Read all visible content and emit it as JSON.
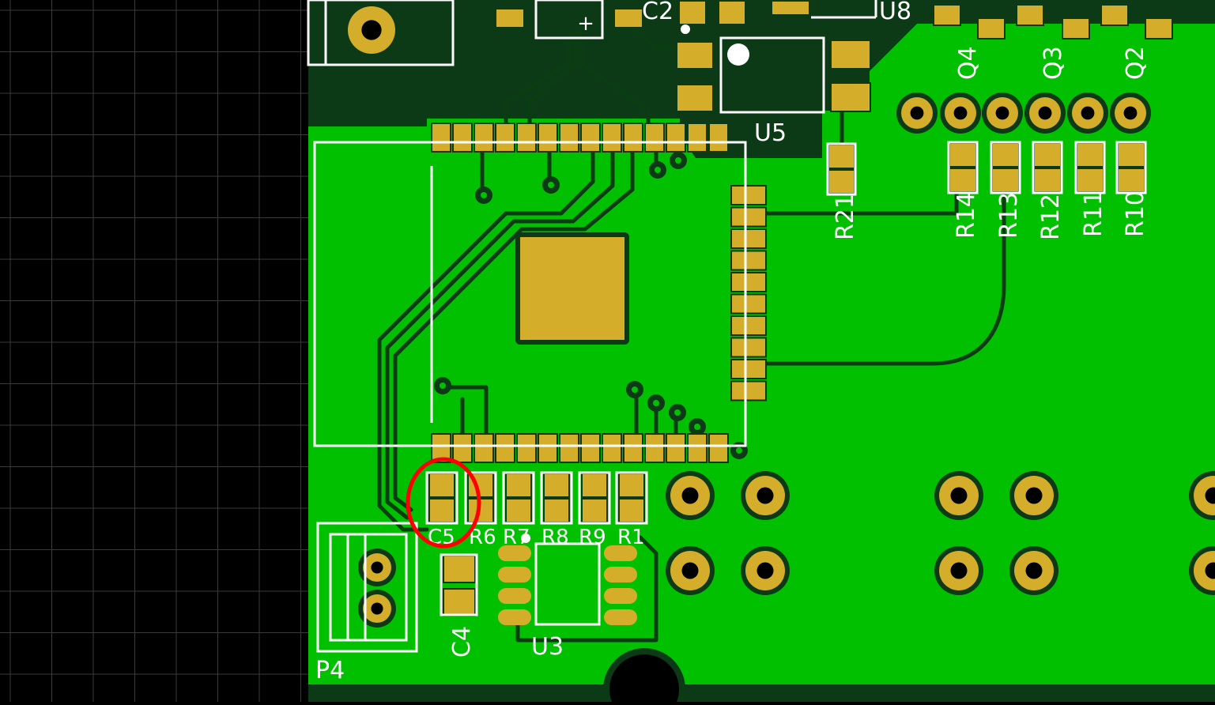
{
  "colors": {
    "canvas": "#000000",
    "grid": "#3a3a3a",
    "board_fill": "#00c000",
    "board_dark": "#0d3a16",
    "trace": "#0a3d12",
    "pad": "#d4ae2a",
    "silkscreen": "#ffffff",
    "highlight": "#ff0000"
  },
  "designators": {
    "u5": "U5",
    "u8": "U8",
    "c2": "C2",
    "u3": "U3",
    "c4": "C4",
    "c5": "C5",
    "p4": "P4",
    "r6": "R6",
    "r7": "R7",
    "r8": "R8",
    "r9": "R9",
    "r1": "R1",
    "r21": "R21",
    "r14": "R14",
    "r13": "R13",
    "r12": "R12",
    "r11": "R11",
    "r10": "R10",
    "q4": "Q4",
    "q3": "Q3",
    "q2": "Q2"
  },
  "highlighted_component": "C5"
}
